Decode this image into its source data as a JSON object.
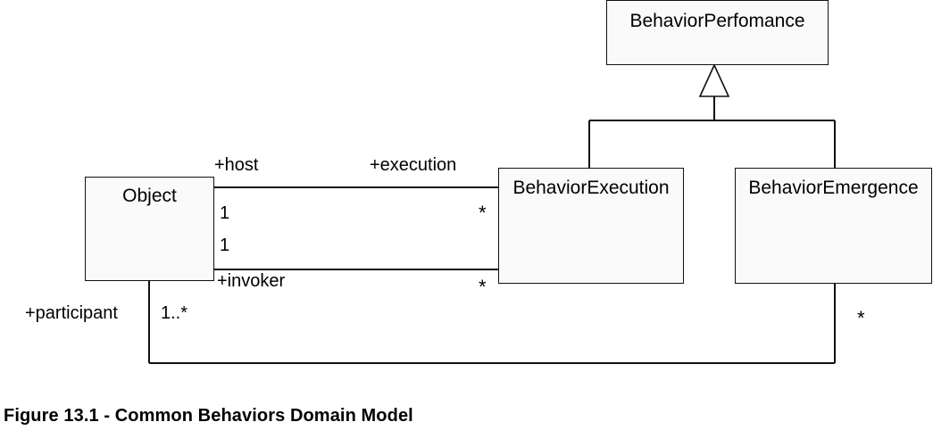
{
  "figure": {
    "caption": "Figure 13.1 - Common Behaviors Domain Model"
  },
  "diagram": {
    "type": "uml-class-diagram",
    "stroke_color": "#111111",
    "box_fill_color": "#fafafa",
    "background_color": "#ffffff",
    "classes": [
      {
        "id": "behavior-perfomance",
        "name": "BehaviorPerfomance"
      },
      {
        "id": "object",
        "name": "Object"
      },
      {
        "id": "behavior-execution",
        "name": "BehaviorExecution"
      },
      {
        "id": "behavior-emergence",
        "name": "BehaviorEmergence"
      }
    ],
    "generalizations": [
      {
        "from": "BehaviorExecution",
        "to": "BehaviorPerfomance"
      },
      {
        "from": "BehaviorEmergence",
        "to": "BehaviorPerfomance"
      }
    ],
    "associations": [
      {
        "id": "host-execution",
        "source_role": "+host",
        "source_multiplicity": "1",
        "target_role": "+execution",
        "target_multiplicity": "*"
      },
      {
        "id": "invoker",
        "source_role": "+invoker",
        "source_multiplicity": "1",
        "target_multiplicity": "*"
      },
      {
        "id": "participant",
        "source_role": "+participant",
        "source_multiplicity": "1..*",
        "target_multiplicity": "*"
      }
    ],
    "labels": {
      "host": "+host",
      "execution": "+execution",
      "invoker": "+invoker",
      "participant": "+participant",
      "mult_host": "1",
      "mult_invoker": "1",
      "mult_execution_star": "*",
      "mult_invoker_star": "*",
      "mult_participant": "1..*",
      "mult_emergence_star": "*"
    }
  }
}
